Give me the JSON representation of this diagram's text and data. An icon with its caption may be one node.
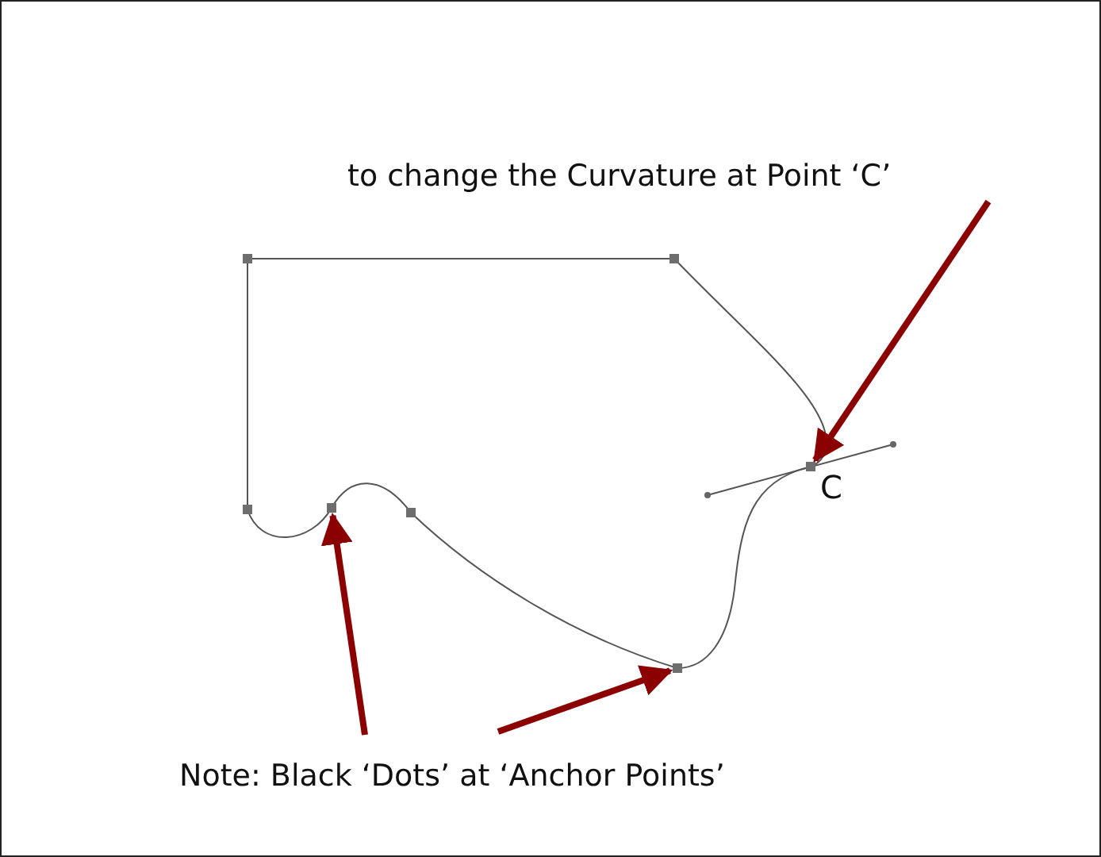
{
  "diagram": {
    "nodes": [
      {
        "text": [
          "to change the Curvature at Point ‘C’"
        ]
      },
      {
        "text": [],
        "shape": "box",
        "beside": [
          "C"
        ]
      },
      {
        "text": [
          "Note: Black ‘Dots’ at ‘Anchor Points’"
        ]
      },
      {
        "text": [],
        "shape": "box"
      },
      {
        "text": [],
        "shape": "box"
      }
    ],
    "edges": [
      {
        "from": 0,
        "to": 1,
        "arrow": "to"
      },
      {
        "from": 2,
        "to": 3,
        "arrow": "to"
      },
      {
        "from": 2,
        "to": 4,
        "arrow": "to"
      }
    ]
  }
}
